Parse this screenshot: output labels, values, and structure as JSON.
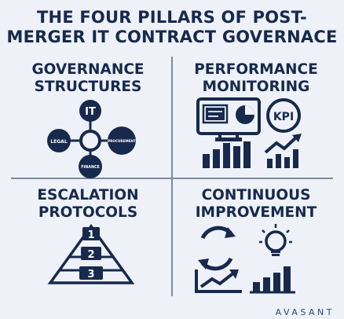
{
  "title": {
    "line1": "THE FOUR PILLARS OF POST-",
    "line2": "MERGER IT CONTRACT GOVERNACE"
  },
  "pillars": [
    {
      "id": "governance",
      "title_line1": "GOVERNANCE",
      "title_line2": "STRUCTURES",
      "nodes": {
        "top": "IT",
        "left": "LEGAL",
        "right": "PROCUREMENT",
        "bottom": "FINANCE"
      }
    },
    {
      "id": "performance",
      "title_line1": "PERFORMANCE",
      "title_line2": "MONITORING",
      "kpi_label": "KPI"
    },
    {
      "id": "escalation",
      "title_line1": "ESCALATION",
      "title_line2": "PROTOCOLS",
      "levels": [
        "1",
        "2",
        "3"
      ]
    },
    {
      "id": "improvement",
      "title_line1": "CONTINUOUS",
      "title_line2": "IMPROVEMENT"
    }
  ],
  "brand": {
    "logo_text": "AVASANT"
  },
  "colors": {
    "navy": "#17294d",
    "background": "#eef2f8",
    "divider": "#7c8aa3"
  }
}
